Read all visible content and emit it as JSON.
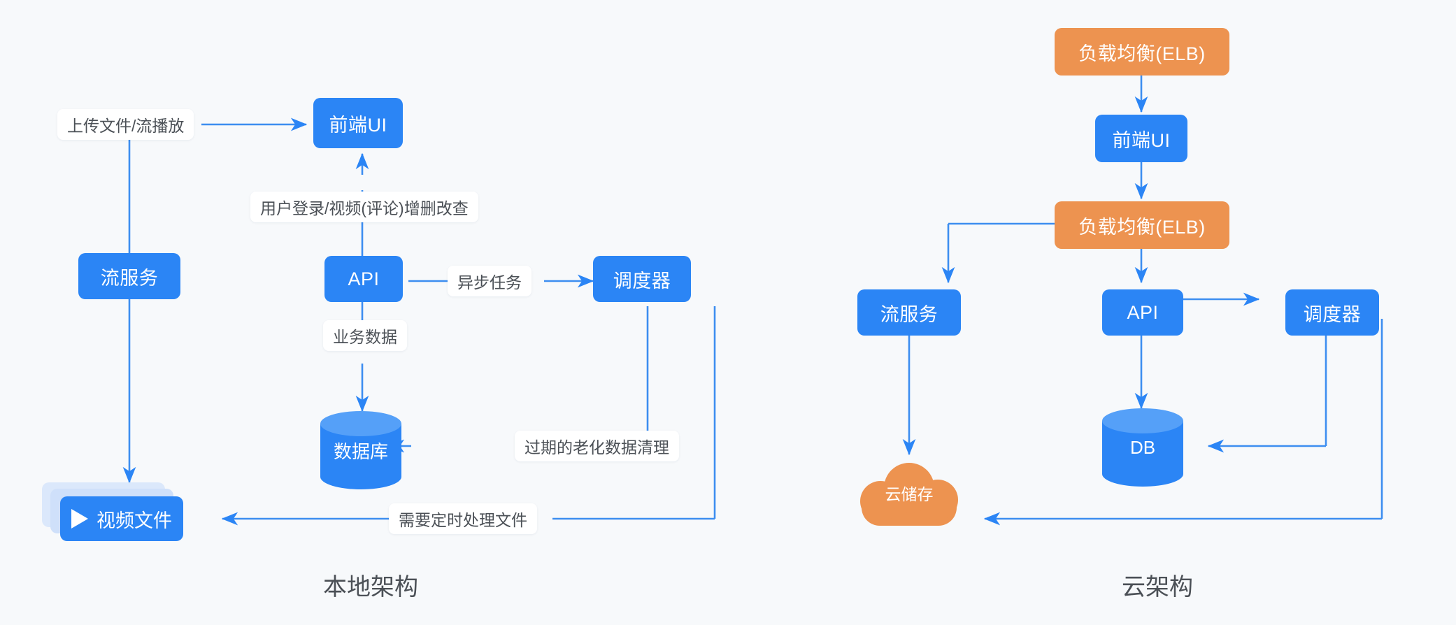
{
  "page": {
    "background": "#f7f9fb",
    "colors": {
      "blue": "#2b85f5",
      "blue_light": "#55a0f8",
      "orange": "#ed9350",
      "line": "#3d8ef0",
      "label_text": "#4b5056"
    }
  },
  "local": {
    "caption": "本地架构",
    "nodes": {
      "frontend_ui": "前端UI",
      "stream_service": "流服务",
      "api": "API",
      "scheduler": "调度器",
      "database": "数据库",
      "video_files": "视频文件"
    },
    "edge_labels": {
      "upload_play": "上传文件/流播放",
      "login_crud": "用户登录/视频(评论)增删改查",
      "async_task": "异步任务",
      "business_data": "业务数据",
      "data_cleanup": "过期的老化数据清理",
      "scheduled_files": "需要定时处理文件"
    },
    "icons": {
      "video": "play-icon"
    }
  },
  "cloud": {
    "caption": "云架构",
    "nodes": {
      "elb_top": "负载均衡(ELB)",
      "frontend_ui": "前端UI",
      "elb_mid": "负载均衡(ELB)",
      "stream_service": "流服务",
      "api": "API",
      "scheduler": "调度器",
      "db": "DB",
      "cloud_storage": "云储存"
    },
    "icons": {
      "storage": "cloud-icon",
      "db": "database-cylinder-icon"
    }
  }
}
